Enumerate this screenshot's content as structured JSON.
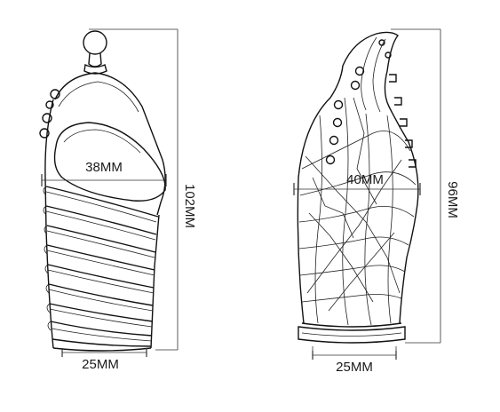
{
  "products": [
    {
      "name": "",
      "width_label": "38MM",
      "height_label": "102MM",
      "base_label": "25MM"
    },
    {
      "name": "",
      "width_label": "40MM",
      "height_label": "96MM",
      "base_label": "25MM"
    }
  ]
}
